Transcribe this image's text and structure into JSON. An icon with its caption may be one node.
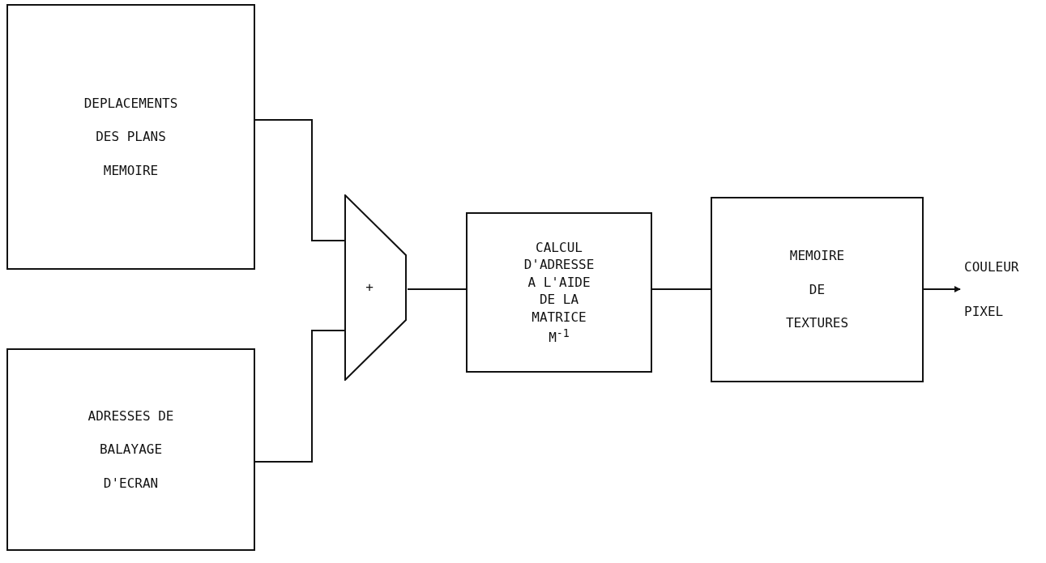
{
  "diagram": {
    "nodes": [
      {
        "text": [
          "DEPLACEMENTS DES PLANS MEMOIRE"
        ]
      },
      {
        "text": [
          "ADRESSES DE BALAYAGE D'ECRAN"
        ]
      },
      {
        "text": [
          "+"
        ]
      },
      {
        "text": [
          "CALCUL D'ADRESSE A L'AIDE DE LA MATRICE M$^{-1}$"
        ]
      },
      {
        "text": [
          "MEMOIRE DE TEXTURES"
        ]
      }
    ],
    "edges": [
      {
        "from": 0,
        "to": 2,
        "arrow": "none"
      },
      {
        "from": 1,
        "to": 2,
        "arrow": "none"
      },
      {
        "from": 2,
        "to": 3,
        "arrow": "none"
      },
      {
        "from": 3,
        "to": 4,
        "arrow": "none"
      },
      {
        "from": 4,
        "to": null,
        "arrow": "to",
        "label": "COULEUR PIXEL"
      }
    ]
  }
}
